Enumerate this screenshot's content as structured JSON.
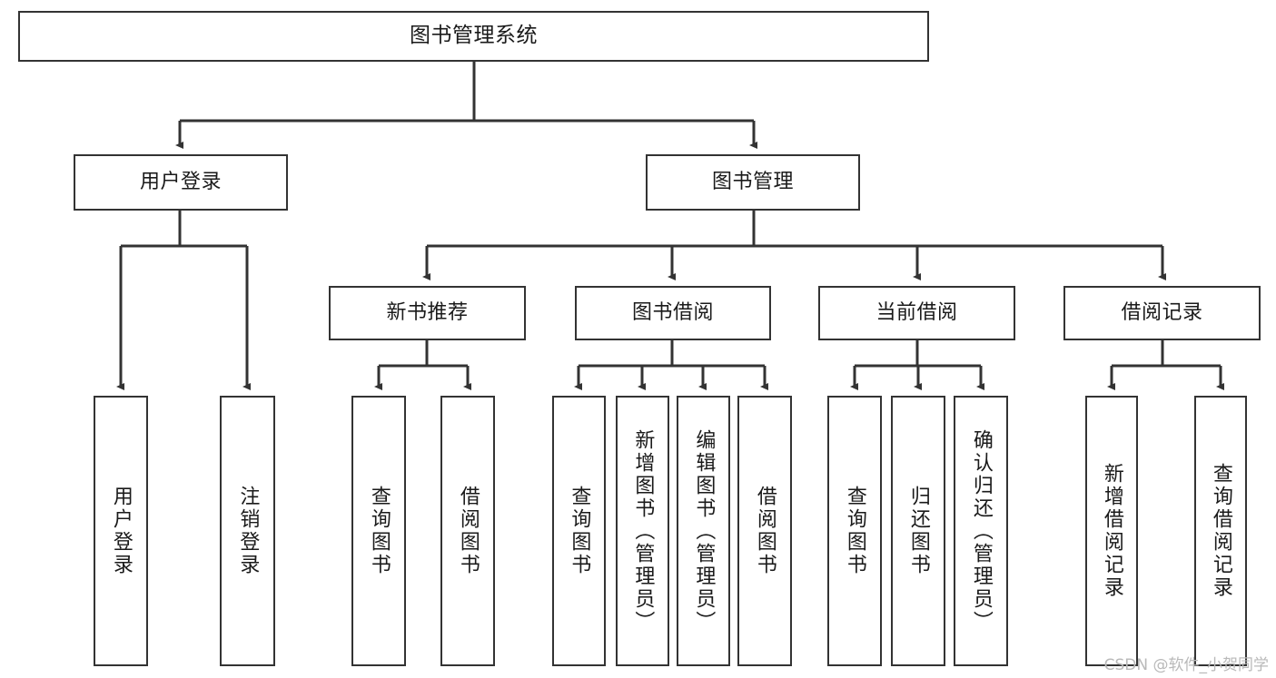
{
  "diagram": {
    "type": "hierarchy-tree",
    "title": "图书管理系统",
    "watermark": "CSDN @软件_小贺同学",
    "colors": {
      "box_border": "#333333",
      "box_fill": "#ffffff",
      "edge": "#333333",
      "text": "#1a1a1a",
      "watermark": "#b9b9b9",
      "background": "#ffffff"
    },
    "levels": {
      "root": {
        "label": "图书管理系统"
      },
      "level2": [
        {
          "label": "用户登录"
        },
        {
          "label": "图书管理"
        }
      ],
      "level3": [
        {
          "label": "新书推荐"
        },
        {
          "label": "图书借阅"
        },
        {
          "label": "当前借阅"
        },
        {
          "label": "借阅记录"
        }
      ],
      "leaves": {
        "user_login": [
          {
            "label": "用户登录"
          },
          {
            "label": "注销登录"
          }
        ],
        "new_book_recommend": [
          {
            "label": "查询图书"
          },
          {
            "label": "借阅图书"
          }
        ],
        "book_borrow": [
          {
            "label": "查询图书"
          },
          {
            "label": "新增图书（管理员）"
          },
          {
            "label": "编辑图书（管理员）"
          },
          {
            "label": "借阅图书"
          }
        ],
        "current_borrow": [
          {
            "label": "查询图书"
          },
          {
            "label": "归还图书"
          },
          {
            "label": "确认归还（管理员）"
          }
        ],
        "borrow_record": [
          {
            "label": "新增借阅记录"
          },
          {
            "label": "查询借阅记录"
          }
        ]
      }
    }
  }
}
